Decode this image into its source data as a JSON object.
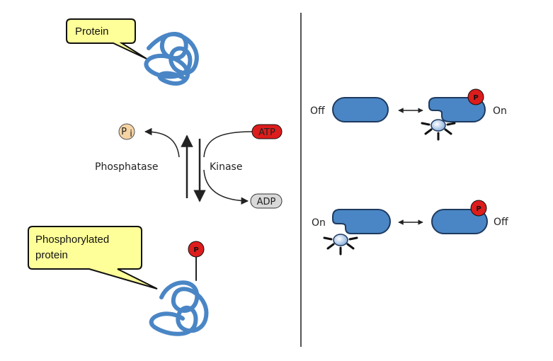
{
  "callouts": {
    "protein": "Protein",
    "phospho_line1": "Phosphorylated",
    "phospho_line2": "protein"
  },
  "reaction": {
    "phosphatase": "Phosphatase",
    "kinase": "Kinase",
    "atp": "ATP",
    "adp": "ADP",
    "pi_letter": "P",
    "pi_sub": "i"
  },
  "states": {
    "off": "Off",
    "on": "On",
    "p": "P"
  },
  "colors": {
    "protein_blue": "#4a86c5",
    "callout_fill": "#ffff99",
    "phosphate_red": "#dd1c1c",
    "pi_fill": "#f5d3a3",
    "adp_fill": "#d9d9d9"
  }
}
